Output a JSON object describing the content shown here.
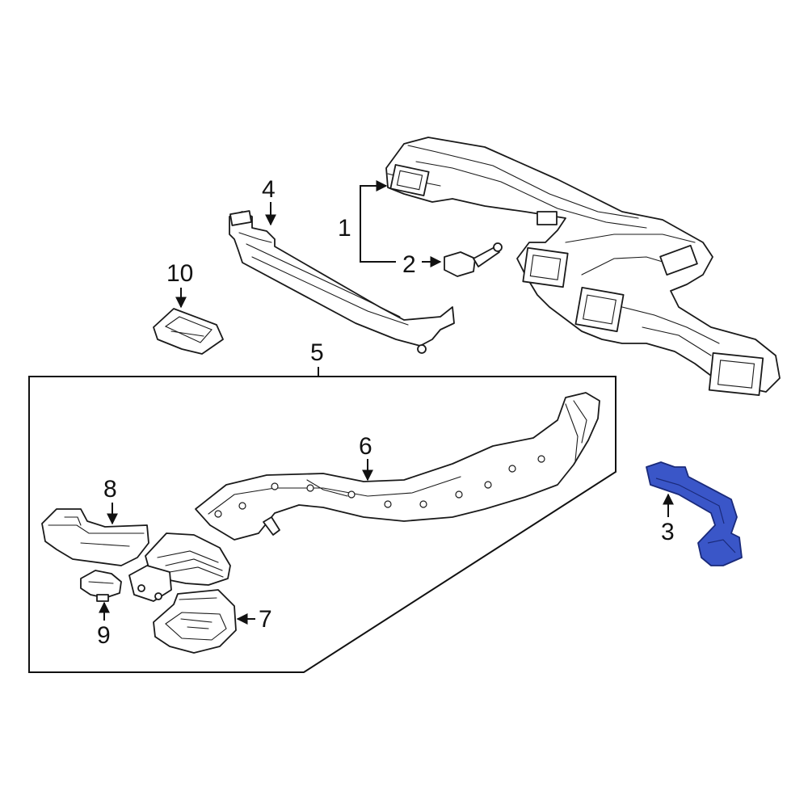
{
  "callouts": {
    "c1": "1",
    "c2": "2",
    "c3": "3",
    "c4": "4",
    "c5": "5",
    "c6": "6",
    "c7": "7",
    "c8": "8",
    "c9": "9",
    "c10": "10"
  },
  "colors": {
    "line": "#1a1a1a",
    "highlight_fill": "#3a56c8",
    "highlight_stroke": "#1a2a7a",
    "background": "#ffffff"
  },
  "highlighted_part": "3"
}
